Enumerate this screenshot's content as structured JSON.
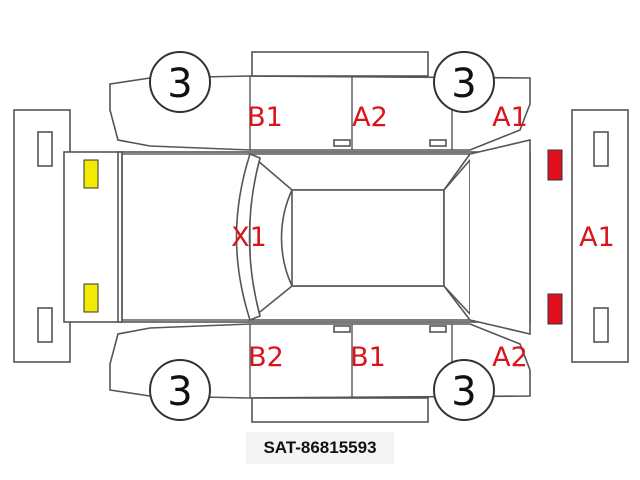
{
  "diagram": {
    "wheel_grades": {
      "front_left": "3",
      "rear_left": "3",
      "front_right": "3",
      "rear_right": "3"
    },
    "damage_codes": {
      "front_door_left": "B1",
      "rear_door_left": "A2",
      "rear_fender_left": "A1",
      "roof": "X1",
      "rear_bumper": "A1",
      "front_door_right": "B2",
      "rear_door_right": "B1",
      "rear_fender_right": "A2"
    },
    "colors": {
      "code_text": "#d9141b",
      "front_lamps": "#f2ea00",
      "rear_lamps": "#e0101c",
      "outline": "#555555"
    }
  },
  "stock_number": "SAT-86815593"
}
